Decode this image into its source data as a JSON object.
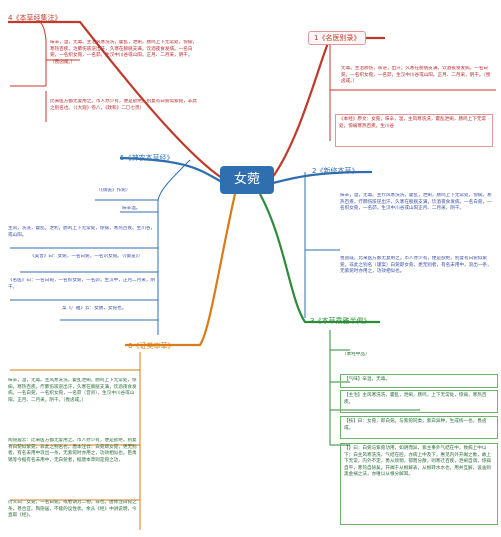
{
  "center": "女菀",
  "branches": {
    "b1": {
      "title": "1《名医别录》",
      "items": [
        "无毒。主治肺伤，咳逆，出汗，久寒在膀胱支满，饮酒夜食发病。一名白菀，一名织女菀，一名茆，生汉中川谷或山阳。正月、二月采，阴干。（畏卤咸。）",
        "《本经》原文：女菀，味辛，温，主风寒洗洗，霍乱泄痢，肠鸣上下无常处，惊痫寒热百疾。生川谷"
      ]
    },
    "b2": {
      "title": "2《新修本草》",
      "items": [
        "味辛，温，无毒。主疗风寒洗洗，霍乱，泄痢，肠鸣上下无常处，惊痫，寒热百疾，疗肺伤咳逆出汗，久寒在膀胱支满，饮酒夜食发病。一名白菀，一名织女菀，一名茆。生汉中川谷或山阳正月、二月采，阴干。",
        "畏卤咸。比来医方都无复用之。市人亦少有，便是欲绝。别复有白菀似紫菀，非此之别名（谨案）白菀即女菀，更无别者，有名未用中，浪出一条，无紫菀时亦用之，功效相似也。"
      ]
    },
    "b3": {
      "title": "3《本草乘雅半偈》",
      "items": [
        "（本经中品）",
        "【气味】辛温，无毒。",
        "【主治】主风寒洗洗，霍乱，泄痢，肠鸣，上下无常处，惊痫，寒热百疾。",
        "【核】曰：女菀，即白菀。与紫菀同类，紫白异种，生成统一也。畏卤咸。",
        "【】曰：白菀与紫菀功用，如阴而异，紫主事外气结在中，致病上中以下；白主风寒洗洗，气结在腔，亦病上中及下，惠见内外开阖之象，故上下无常，内外不定，勇从烦稍，郁而分散，则寒迁百疾，泄痢自调，惊痫自平，寒热自除矣。开阖于从根解表，从根转水水也，用并互解，设舍则黑金祸之法，亦唯以从根分解耳。"
      ]
    },
    "b4": {
      "title": "4《本草经集注》",
      "items": [
        "味辛，温，无毒。主治风寒洗洗，霍乱，泄痢，肠鸣上下无常处，惊痫，寒热百疾。治肺伤咳逆出汗，久寒在膀胱支满，饮酒夜食发病。一名白菀，一名织女菀，一名茆。生汉中川谷或山阳。正月、二月采，阴干。（畏卤咸。）",
        "比来医方都无复用之。市人亦少有，便是欲绝。别复有白菀似紫菀，非此之别名也。（《大观》卷八，《政和》二〇七页）"
      ]
    },
    "b5": {
      "title": "5《神农本草经》",
      "items": [
        "（《御览》作菀）",
        "味辛温。",
        "主风，洗洗，霍乱，泄利，肠鸣上下无常处，惊痫，寒热百疾。生川谷，或山阳。",
        "《吴普》曰：女菀，一名白菀，一名识女菀。（《御览》）",
        "《名医》曰：一名白菀，一名织女菀，一名茆，生汉中，正月二月采，阴干。",
        "案《广雅》云：女肠，女菀也。"
      ]
    },
    "b6": {
      "title": "6《证类本草》",
      "items": [
        "味辛，温，无毒。主风寒洗洗，霍乱泄痢，肠鸣上下无常处，惊痫，寒热百疾。疗肺伤咳逆出汗，久寒在膀胱支满，饮酒夜食发病。一名白菀，一名织女菀，一名茆（音卯），生汉中川谷或山阳。正月、二月采，阴干。（畏卤咸。）",
        "陶隐居云：比来医方都无复用之。市人亦少有，便是欲绝。别复有白菀似紫菀，非此之别名也。唐本注云：白菀即女菀，更无别者，有名未用中浪出一条，无紫菀时亦用之，功效相似也。臣禹锡等今据有名未用中，无白菀者，据唐本草则是菀之功，",
        "衍义曰：女菀，一名白菀。或者谓为二物，非也。唐修注白菀之条，甚合宜。陶隐居，不能的议性状。余从《经》中讲说明，今直取《经》。"
      ]
    }
  },
  "colors": {
    "center": "#2f6fb0",
    "b1": "#c0392b",
    "b2": "#2f6fb0",
    "b3": "#2e8b3a",
    "b4": "#c0392b",
    "b5": "#2f6fb0",
    "b6": "#d97b17"
  }
}
